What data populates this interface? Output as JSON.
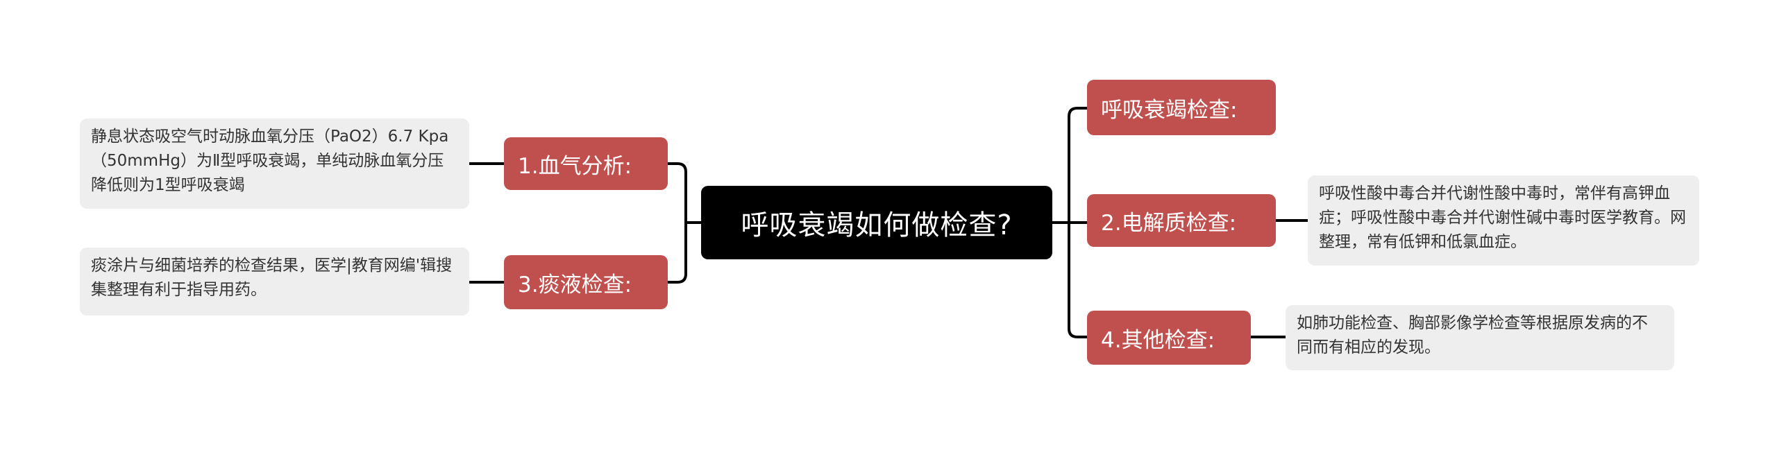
{
  "root": {
    "title": "呼吸衰竭如何做检查?"
  },
  "branches": [
    {
      "label": "1.血气分析:",
      "detail": "静息状态吸空气时动脉血氧分压（PaO2）6.7 Kpa（50mmHg）为Ⅱ型呼吸衰竭，单纯动脉血氧分压降低则为1型呼吸衰竭"
    },
    {
      "label": "3.痰液检查:",
      "detail": "痰涂片与细菌培养的检查结果，医学|教育网编'辑搜集整理有利于指导用药。"
    },
    {
      "label": "呼吸衰竭检查:"
    },
    {
      "label": "2.电解质检查:",
      "detail": "呼吸性酸中毒合并代谢性酸中毒时，常伴有高钾血症；呼吸性酸中毒合并代谢性碱中毒时医学教育。网整理，常有低钾和低氯血症。"
    },
    {
      "label": "4.其他检查:",
      "detail": "如肺功能检查、胸部影像学检查等根据原发病的不同而有相应的发现。"
    }
  ],
  "colors": {
    "root": "#000000",
    "branch": "#c0504d",
    "leaf": "#eeeeee",
    "line": "#000000"
  }
}
